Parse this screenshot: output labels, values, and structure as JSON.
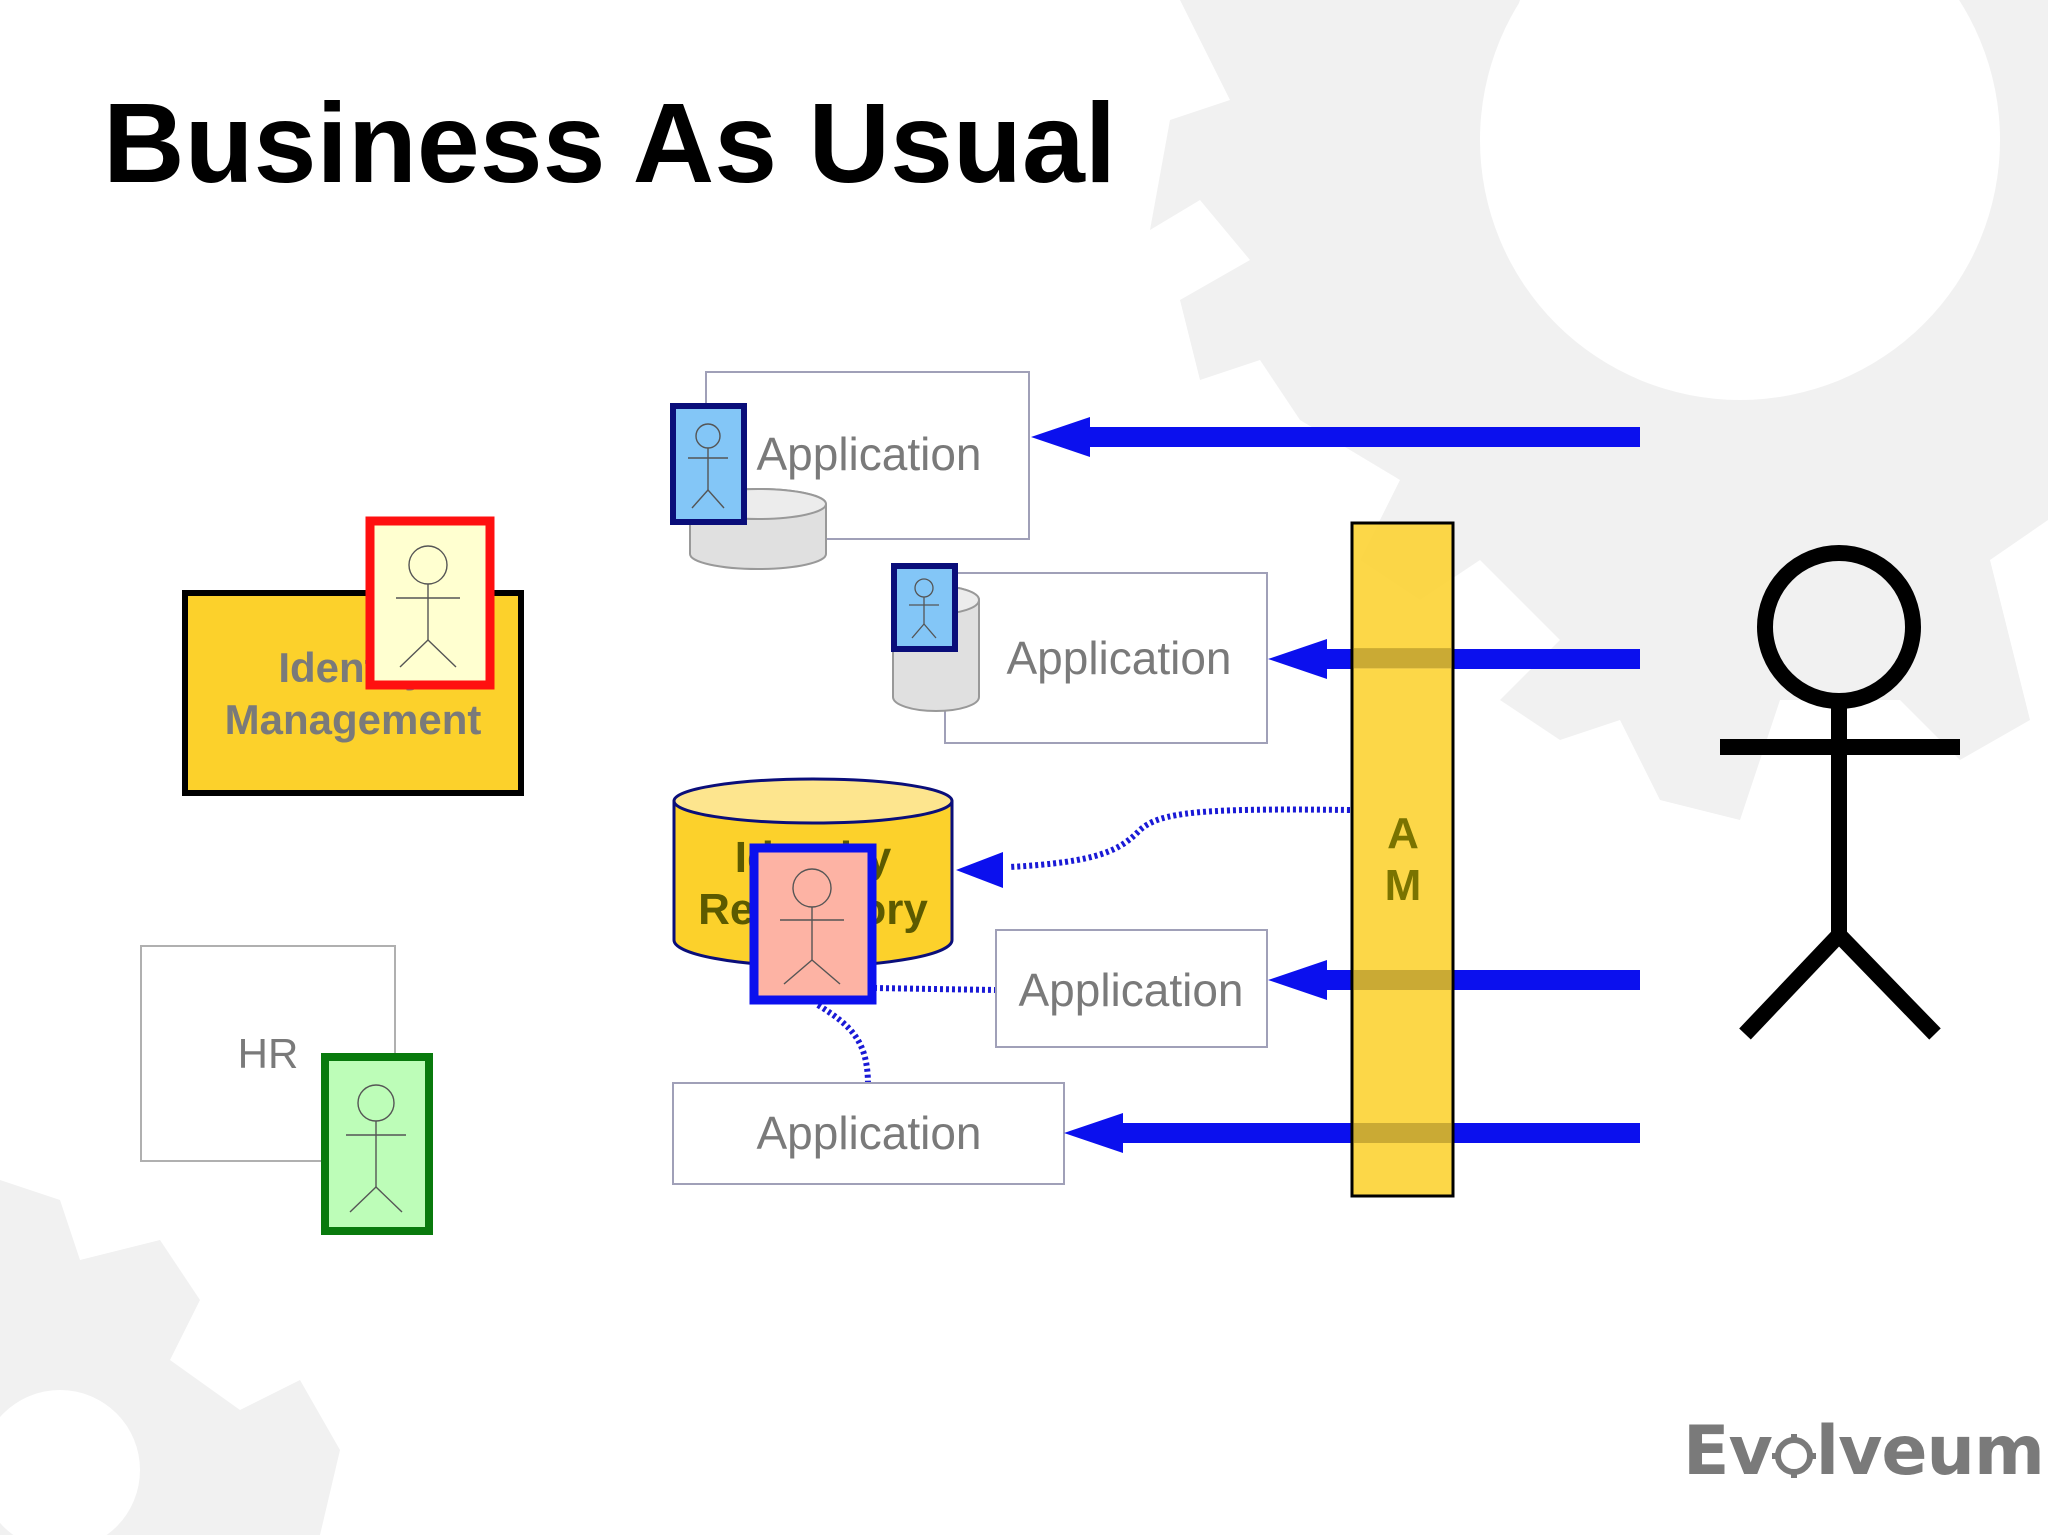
{
  "slide": {
    "title": "Business As Usual"
  },
  "diagram": {
    "identity_management": {
      "line1": "Identity",
      "line2": "Management"
    },
    "hr": {
      "label": "HR"
    },
    "identity_repository": {
      "line1": "Identity",
      "line2": "Repository"
    },
    "applications": [
      {
        "label": "Application"
      },
      {
        "label": "Application"
      },
      {
        "label": "Application"
      },
      {
        "label": "Application"
      }
    ],
    "am_bar": {
      "line1": "A",
      "line2": "M"
    },
    "icons": [
      "stick-figure-icon",
      "database-cylinder-icon",
      "arrow-left-icon",
      "gear-icon"
    ],
    "colors": {
      "arrow": "#0b10ee",
      "am_fill": "#fcd43a",
      "im_fill": "#fcd12b",
      "card_blue": "#83c6f7",
      "card_red_border": "#ff1010",
      "card_red_fill": "#ffffd0",
      "card_green": "#bdfdb8",
      "card_salmon": "#fdb3a4",
      "text_gray": "#7a7a7a"
    }
  },
  "logo": {
    "text_left": "Ev",
    "text_right": "lveum"
  }
}
